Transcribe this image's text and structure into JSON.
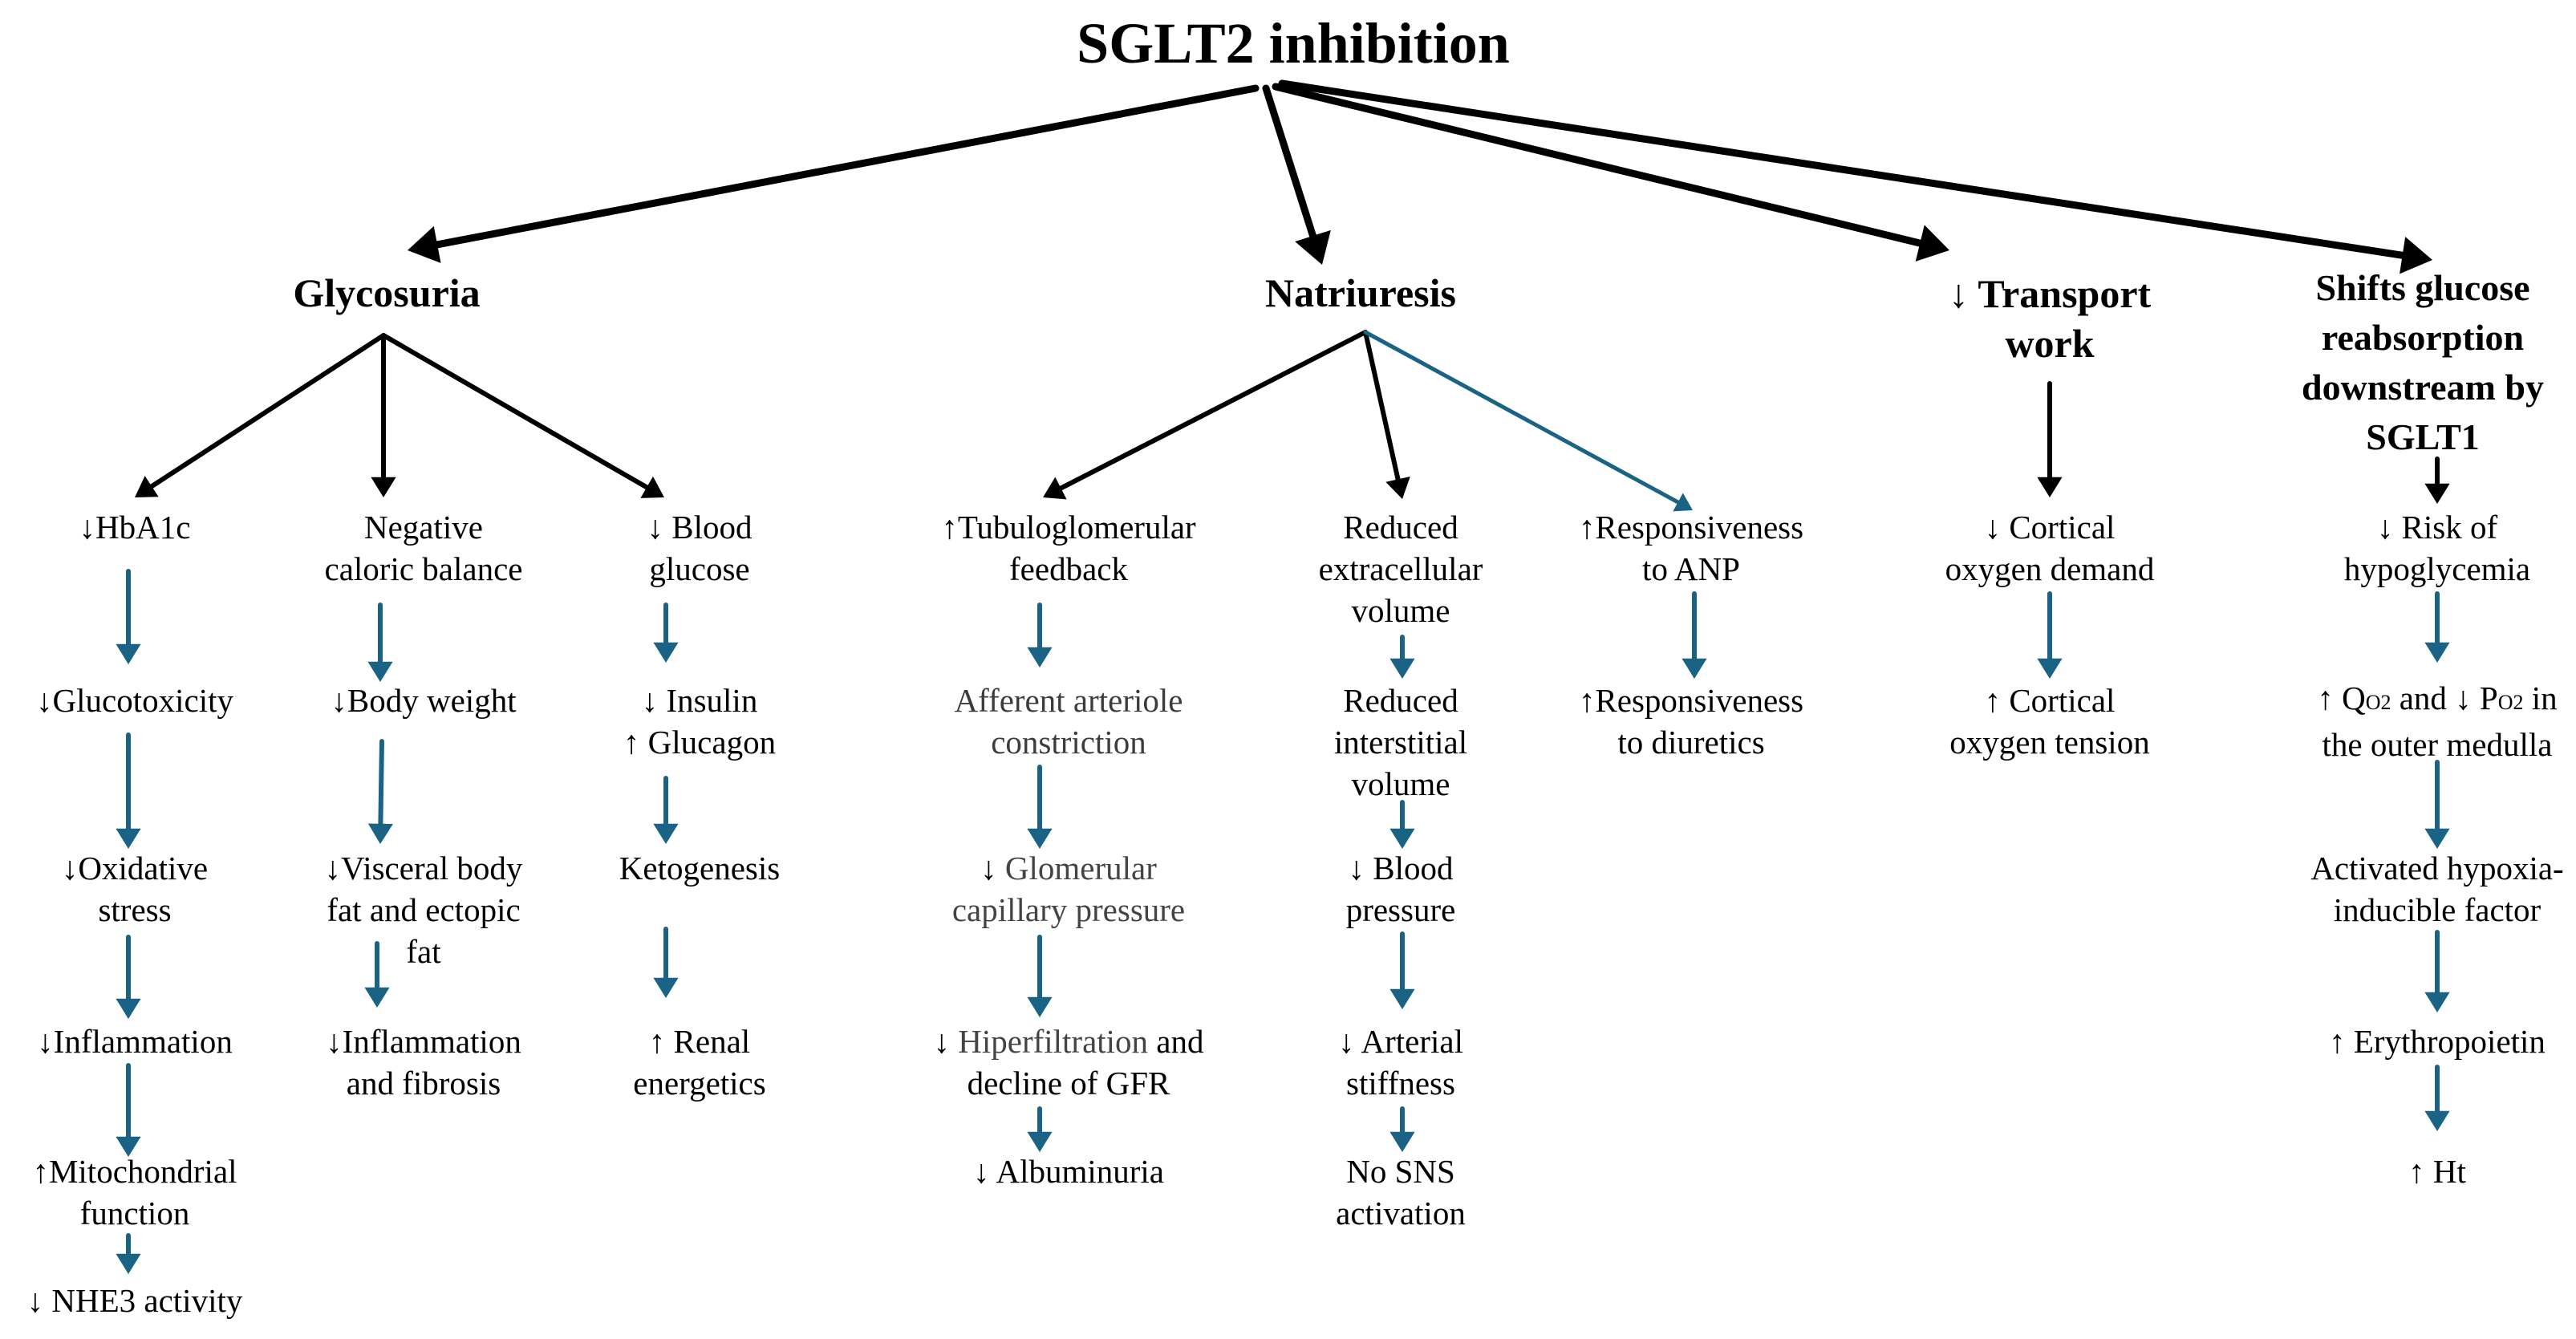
{
  "title": "SGLT2 inhibition",
  "colors": {
    "black_arrow": "#000000",
    "teal_arrow": "#1a6385"
  },
  "branches": {
    "glycosuria": "Glycosuria",
    "natriuresis": "Natriuresis",
    "transport": "↓ Transport\nwork",
    "shifts": "Shifts glucose\nreabsorption\ndownstream by\nSGLT1"
  },
  "glycosuria": {
    "hba1c": {
      "items": [
        "↓HbA1c",
        "↓Glucotoxicity",
        "↓Oxidative\nstress",
        "↓Inflammation",
        "↑Mitochondrial\nfunction",
        "↓ NHE3 activity"
      ]
    },
    "caloric": {
      "items": [
        "Negative\ncaloric balance",
        "↓Body weight",
        "↓Visceral body\nfat and ectopic\nfat",
        "↓Inflammation\nand fibrosis"
      ]
    },
    "glucose": {
      "items": [
        "↓ Blood\nglucose",
        "↓ Insulin\n↑ Glucagon",
        "Ketogenesis",
        "↑ Renal\nenergetics"
      ]
    }
  },
  "natriuresis": {
    "tgf": {
      "head": "↑Tubuloglomerular\nfeedback",
      "afferent": "Afferent arteriole\nconstriction",
      "glomerular": {
        "arrow": "↓ ",
        "gray": "Glomerular",
        "rest": "capillary pressure"
      },
      "hyper": {
        "arrow": "↓ ",
        "gray": "Hiperfiltration",
        "mid": " and",
        "line2": "decline of GFR"
      },
      "albumin": "↓ Albuminuria"
    },
    "volume": {
      "items": [
        "Reduced\nextracellular\nvolume",
        "Reduced\ninterstitial\nvolume",
        "↓ Blood\npressure",
        "↓ Arterial\nstiffness",
        "No SNS\nactivation"
      ]
    },
    "anp": {
      "items": [
        "↑Responsiveness\nto ANP",
        "↑Responsiveness\nto diuretics"
      ]
    }
  },
  "transport": {
    "items": [
      "↓ Cortical\noxygen demand",
      "↑ Cortical\noxygen tension"
    ]
  },
  "shifts": {
    "risk": "↓ Risk of\nhypoglycemia",
    "qo2": {
      "a": "↑ Q",
      "a_sub": "O2",
      "b": " and ↓ P",
      "b_sub": "O2",
      "c": " in",
      "line2": "the outer medulla"
    },
    "hif": "Activated hypoxia-\ninducible factor",
    "epo": "↑ Erythropoietin",
    "ht": "↑ Ht"
  }
}
